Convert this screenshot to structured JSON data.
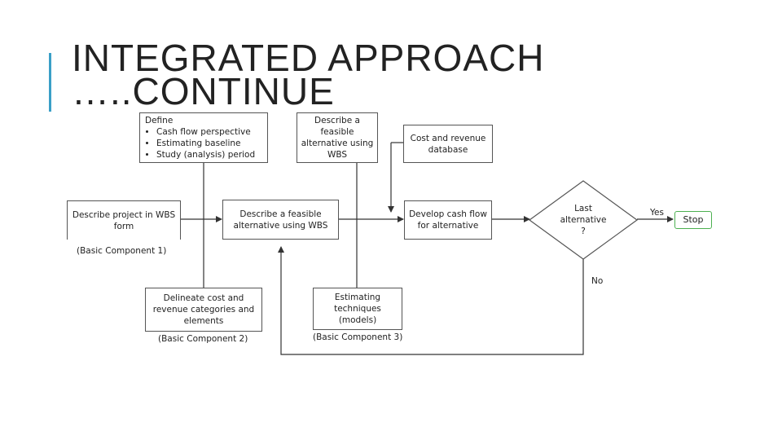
{
  "title": "INTEGRATED APPROACH …..CONTINUE",
  "define": {
    "heading": "Define",
    "items": [
      "Cash flow perspective",
      "Estimating baseline",
      "Study (analysis) period"
    ]
  },
  "describe_top": [
    "Describe a",
    "feasible",
    "alternative using",
    "WBS"
  ],
  "cost_db": [
    "Cost and revenue",
    "database"
  ],
  "describe_project": [
    "Describe project in WBS",
    "form"
  ],
  "basic1": "(Basic Component 1)",
  "describe_center": [
    "Describe a feasible",
    "alternative using WBS"
  ],
  "cash_flow": [
    "Develop cash flow",
    "for alternative"
  ],
  "decision": [
    "Last",
    "alternative",
    "?"
  ],
  "yes_label": "Yes",
  "no_label": "No",
  "stop_label": "Stop",
  "delineate": [
    "Delineate cost and",
    "revenue categories and",
    "elements"
  ],
  "basic2": "(Basic Component 2)",
  "estimating": [
    "Estimating",
    "techniques",
    "(models)"
  ],
  "basic3": "(Basic Component 3)",
  "colors": {
    "accent": "#3a9fc7",
    "stop_border": "#4caf50",
    "line": "#333333"
  }
}
